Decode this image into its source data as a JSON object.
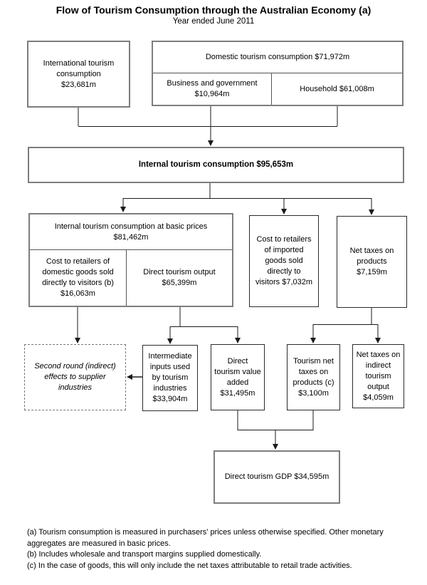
{
  "title": "Flow of Tourism Consumption through the Australian Economy (a)",
  "subtitle": "Year ended June 2011",
  "boxes": {
    "international": "International tourism\nconsumption\n$23,681m",
    "domestic_header": "Domestic tourism consumption $71,972m",
    "business_government": "Business and government\n$10,964m",
    "household": "Household $61,008m",
    "internal": "Internal tourism consumption $95,653m",
    "basic_prices_header": "Internal tourism consumption at basic prices\n$81,462m",
    "cost_domestic": "Cost to retailers of\ndomestic goods sold\ndirectly to visitors (b)\n$16,063m",
    "direct_output": "Direct tourism output\n$65,399m",
    "cost_imported": "Cost to retailers\nof imported\ngoods sold\ndirectly to\nvisitors $7,032m",
    "net_taxes_products": "Net taxes on\nproducts\n$7,159m",
    "second_round": "Second round (indirect)\neffects to supplier\nindustries",
    "intermediate_inputs": "Intermediate\ninputs used\nby tourism\nindustries\n$33,904m",
    "direct_value_added": "Direct\ntourism value\nadded\n$31,495m",
    "tourism_net_taxes": "Tourism net\ntaxes on\nproducts (c)\n$3,100m",
    "net_taxes_indirect": "Net taxes on\nindirect\ntourism\noutput\n$4,059m",
    "direct_gdp": "Direct tourism GDP $34,595m"
  },
  "values": {
    "international_tourism_consumption_m": 23681,
    "domestic_tourism_consumption_m": 71972,
    "business_and_government_m": 10964,
    "household_m": 61008,
    "internal_tourism_consumption_m": 95653,
    "internal_tourism_consumption_basic_prices_m": 81462,
    "cost_retailers_domestic_goods_m": 16063,
    "direct_tourism_output_m": 65399,
    "cost_retailers_imported_goods_m": 7032,
    "net_taxes_on_products_m": 7159,
    "intermediate_inputs_m": 33904,
    "direct_tourism_value_added_m": 31495,
    "tourism_net_taxes_on_products_m": 3100,
    "net_taxes_indirect_tourism_output_m": 4059,
    "direct_tourism_gdp_m": 34595
  },
  "footnotes": [
    "(a) Tourism consumption is measured in purchasers' prices unless otherwise specified. Other monetary aggregates are measured in basic prices.",
    "(b) Includes wholesale and transport margins supplied domestically.",
    "(c) In the case of goods, this will only include the net taxes attributable to retail trade activities."
  ],
  "colors": {
    "background": "#ffffff",
    "text": "#000000",
    "box_border_gray": "#7d7d7d",
    "box_border_dark": "#2b2b2b",
    "connector_line": "#1a1a1a"
  }
}
